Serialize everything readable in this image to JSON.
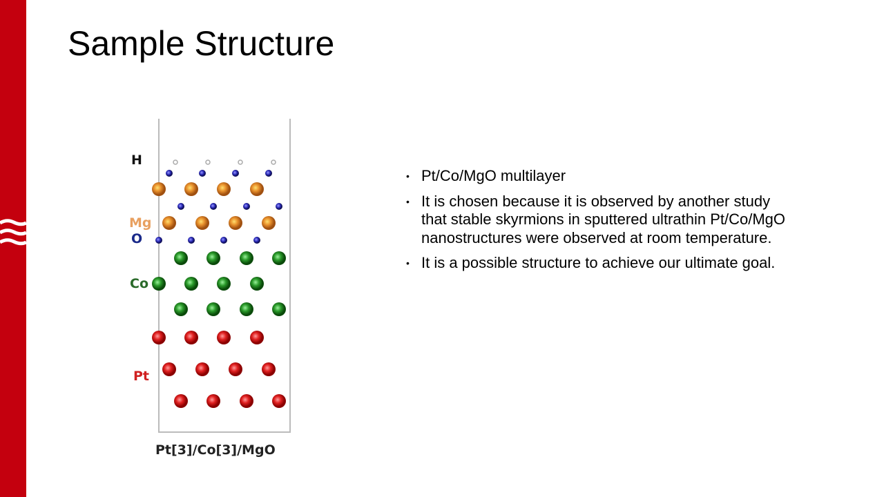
{
  "slide": {
    "title": "Sample Structure",
    "figure": {
      "labels": {
        "h": "H",
        "mg": "Mg",
        "o": "O",
        "co": "Co",
        "pt": "Pt"
      },
      "caption": "Pt[3]/Co[3]/MgO"
    },
    "bullets": [
      "Pt/Co/MgO multilayer",
      "It is chosen because it is observed by another study that stable skyrmions in sputtered ultrathin Pt/Co/MgO nanostructures were observed at room temperature.",
      "It is a possible structure to achieve our ultimate goal."
    ],
    "bullet_symbol": "•"
  },
  "colors": {
    "accent": "#c4000e",
    "pt": "#e02020",
    "co": "#2a9a2a",
    "mg": "#e8902c",
    "o": "#2a2ab8",
    "h": "#aaaaaa"
  }
}
